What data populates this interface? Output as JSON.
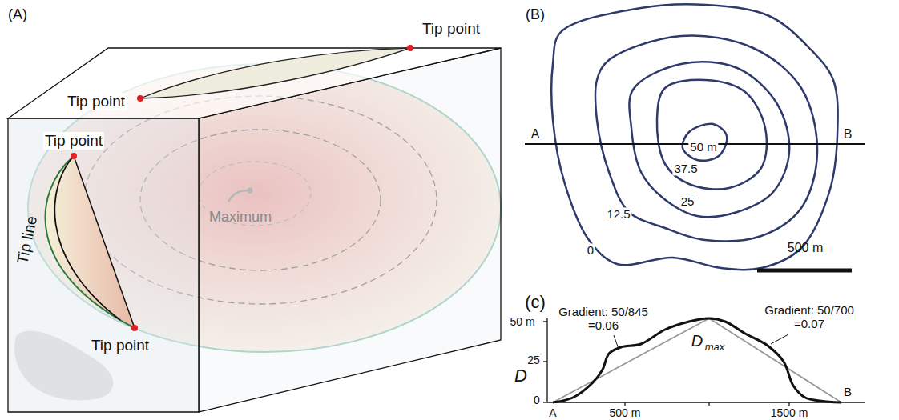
{
  "diagram": {
    "labels": [
      "(A)",
      "Tip point",
      "Tip point",
      "Tip point",
      "Tip point",
      "Tip line",
      "Maximum",
      "(B)",
      "A",
      "B",
      "50 m",
      "37.5",
      "25",
      "12.5",
      "0",
      "500 m",
      "(c)",
      "50 m",
      "25",
      "0",
      "D",
      "A",
      "500 m",
      "1500 m",
      "B",
      "Gradient: 50/845 =0.06",
      "Gradient: 50/700 =0.07",
      "D",
      "max"
    ]
  }
}
